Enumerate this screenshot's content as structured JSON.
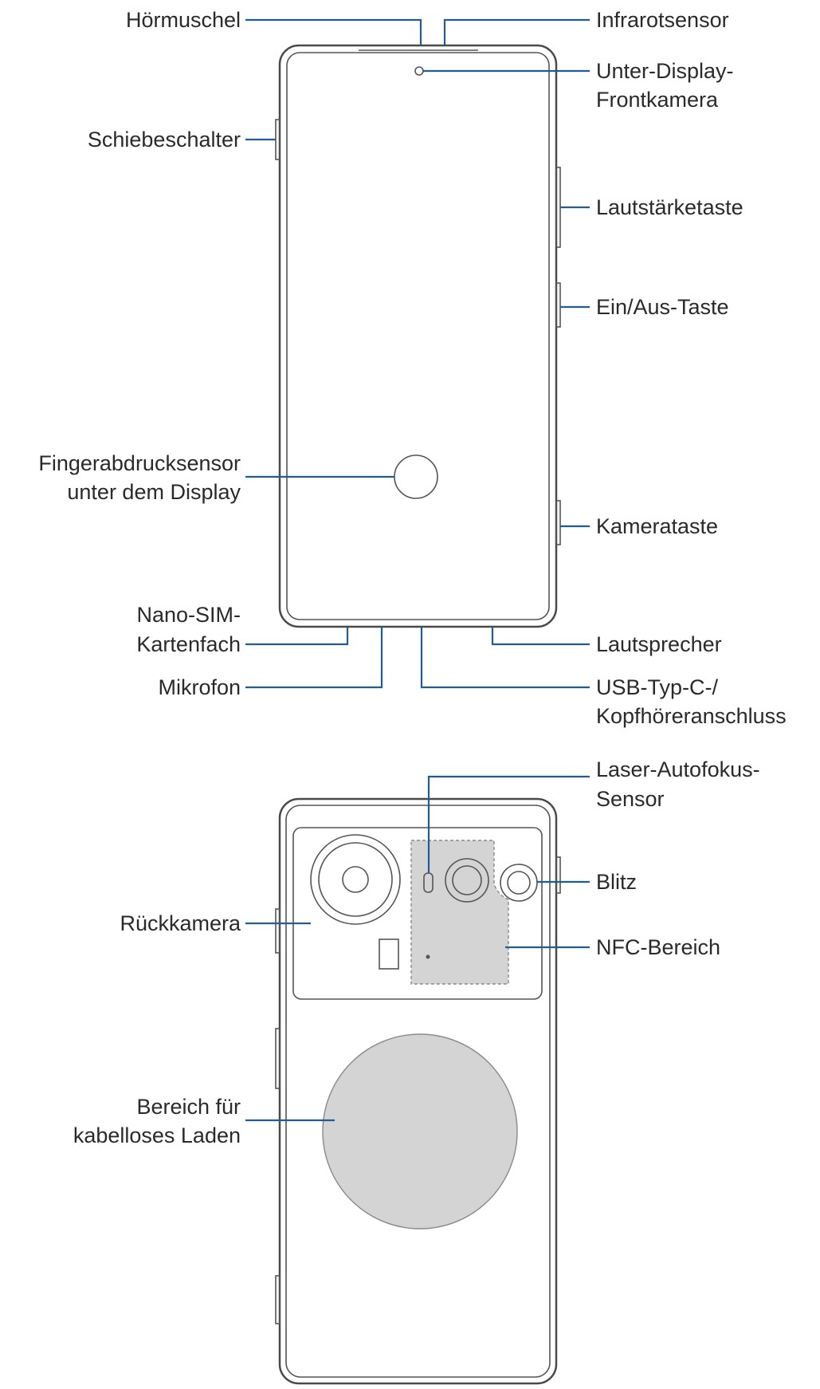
{
  "front_labels": {
    "earpiece": "Hörmuschel",
    "infrared_sensor": "Infrarotsensor",
    "front_camera_line1": "Unter-Display-",
    "front_camera_line2": "Frontkamera",
    "slide_switch": "Schiebeschalter",
    "volume_key": "Lautstärketaste",
    "power_key": "Ein/Aus-Taste",
    "fingerprint_line1": "Fingerabdrucksensor",
    "fingerprint_line2": "unter dem Display",
    "camera_key": "Kamerataste",
    "sim_tray_line1": "Nano-SIM-",
    "sim_tray_line2": "Kartenfach",
    "speaker": "Lautsprecher",
    "microphone": "Mikrofon",
    "usb_line1": "USB-Typ-C-/",
    "usb_line2": "Kopfhöreranschluss"
  },
  "back_labels": {
    "laser_af_line1": "Laser-Autofokus-",
    "laser_af_line2": "Sensor",
    "flash": "Blitz",
    "rear_camera": "Rückkamera",
    "nfc_area": "NFC-Bereich",
    "wireless_line1": "Bereich für",
    "wireless_line2": "kabelloses Laden"
  },
  "colors": {
    "leader_line": "#1f5c99",
    "outline": "#4a4a4a",
    "shaded_area": "#d4d4d4"
  }
}
